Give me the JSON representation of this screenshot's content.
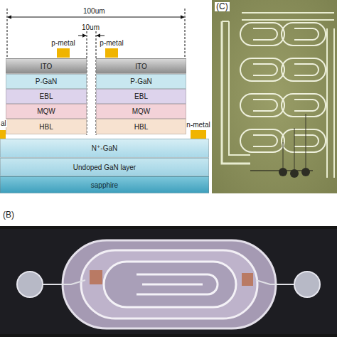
{
  "diagram": {
    "nodes": [
      {
        "text": [
          "p-metal"
        ]
      },
      {
        "text": [
          "p-metal"
        ]
      },
      {
        "text": [
          "ITO"
        ]
      },
      {
        "text": [
          "P-GaN"
        ]
      },
      {
        "text": [
          "EBL"
        ]
      },
      {
        "text": [
          "MQW"
        ]
      },
      {
        "text": [
          "HBL"
        ]
      },
      {
        "text": [
          "ITO"
        ]
      },
      {
        "text": [
          "P-GaN"
        ]
      },
      {
        "text": [
          "EBL"
        ]
      },
      {
        "text": [
          "MQW"
        ]
      },
      {
        "text": [
          "HBL"
        ]
      },
      {
        "text": [
          "n-metal"
        ]
      },
      {
        "text": [
          "N⁺-GaN"
        ]
      },
      {
        "text": [
          "Undoped GaN layer"
        ]
      },
      {
        "text": [
          "sapphire"
        ]
      }
    ],
    "labels": [
      "100um",
      "10um",
      "al",
      "(C)",
      "(B)"
    ]
  }
}
